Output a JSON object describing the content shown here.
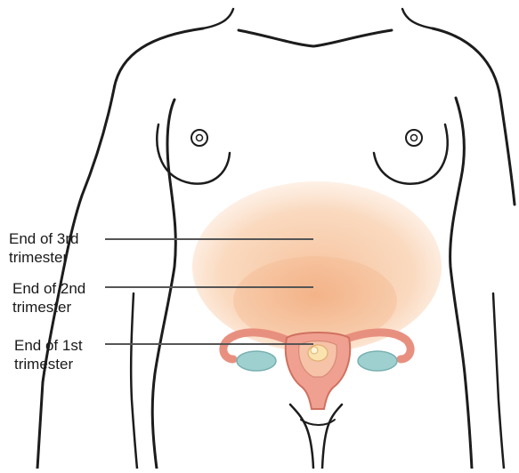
{
  "labels": [
    {
      "id": "third",
      "line1": "End of 3rd",
      "line2": "trimester"
    },
    {
      "id": "second",
      "line1": "End of 2nd",
      "line2": "trimester"
    },
    {
      "id": "first",
      "line1": "End of 1st",
      "line2": "trimester"
    }
  ],
  "colors": {
    "outline": "#1c1c1c",
    "third_trimester_fill": "#f8c8a0",
    "second_trimester_fill": "#f4b588",
    "uterus": "#f0a090",
    "ovary": "#9ed0d0",
    "fetus": "#fbe3b0",
    "pointer_line": "#555555"
  }
}
